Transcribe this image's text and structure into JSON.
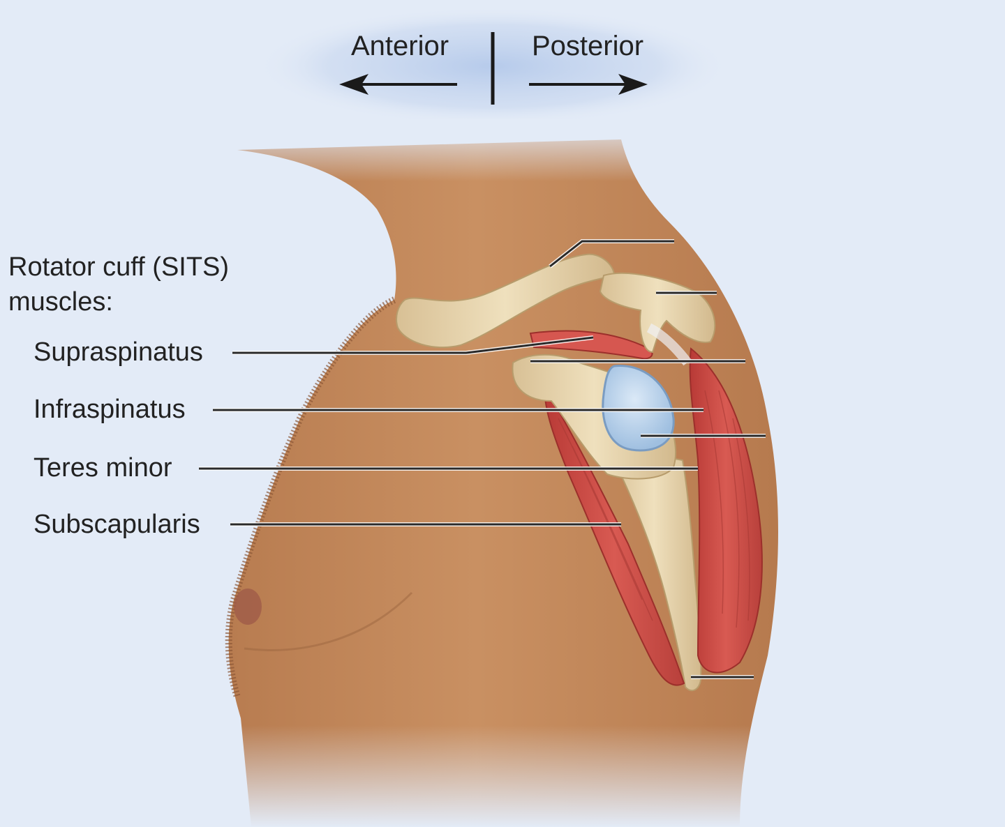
{
  "orientation": {
    "left_label": "Anterior",
    "right_label": "Posterior"
  },
  "heading": {
    "line1": "Rotator cuff (SITS)",
    "line2": "muscles:"
  },
  "muscles": [
    {
      "label": "Supraspinatus"
    },
    {
      "label": "Infraspinatus"
    },
    {
      "label": "Teres minor"
    },
    {
      "label": "Subscapularis"
    }
  ],
  "colors": {
    "background": "#e3ebf7",
    "skin": "#c58a5c",
    "bone": "#e6d3ac",
    "muscle": "#cf4a45",
    "cartilage": "#b9d4ec",
    "leader_line": "#2a2a2a"
  }
}
